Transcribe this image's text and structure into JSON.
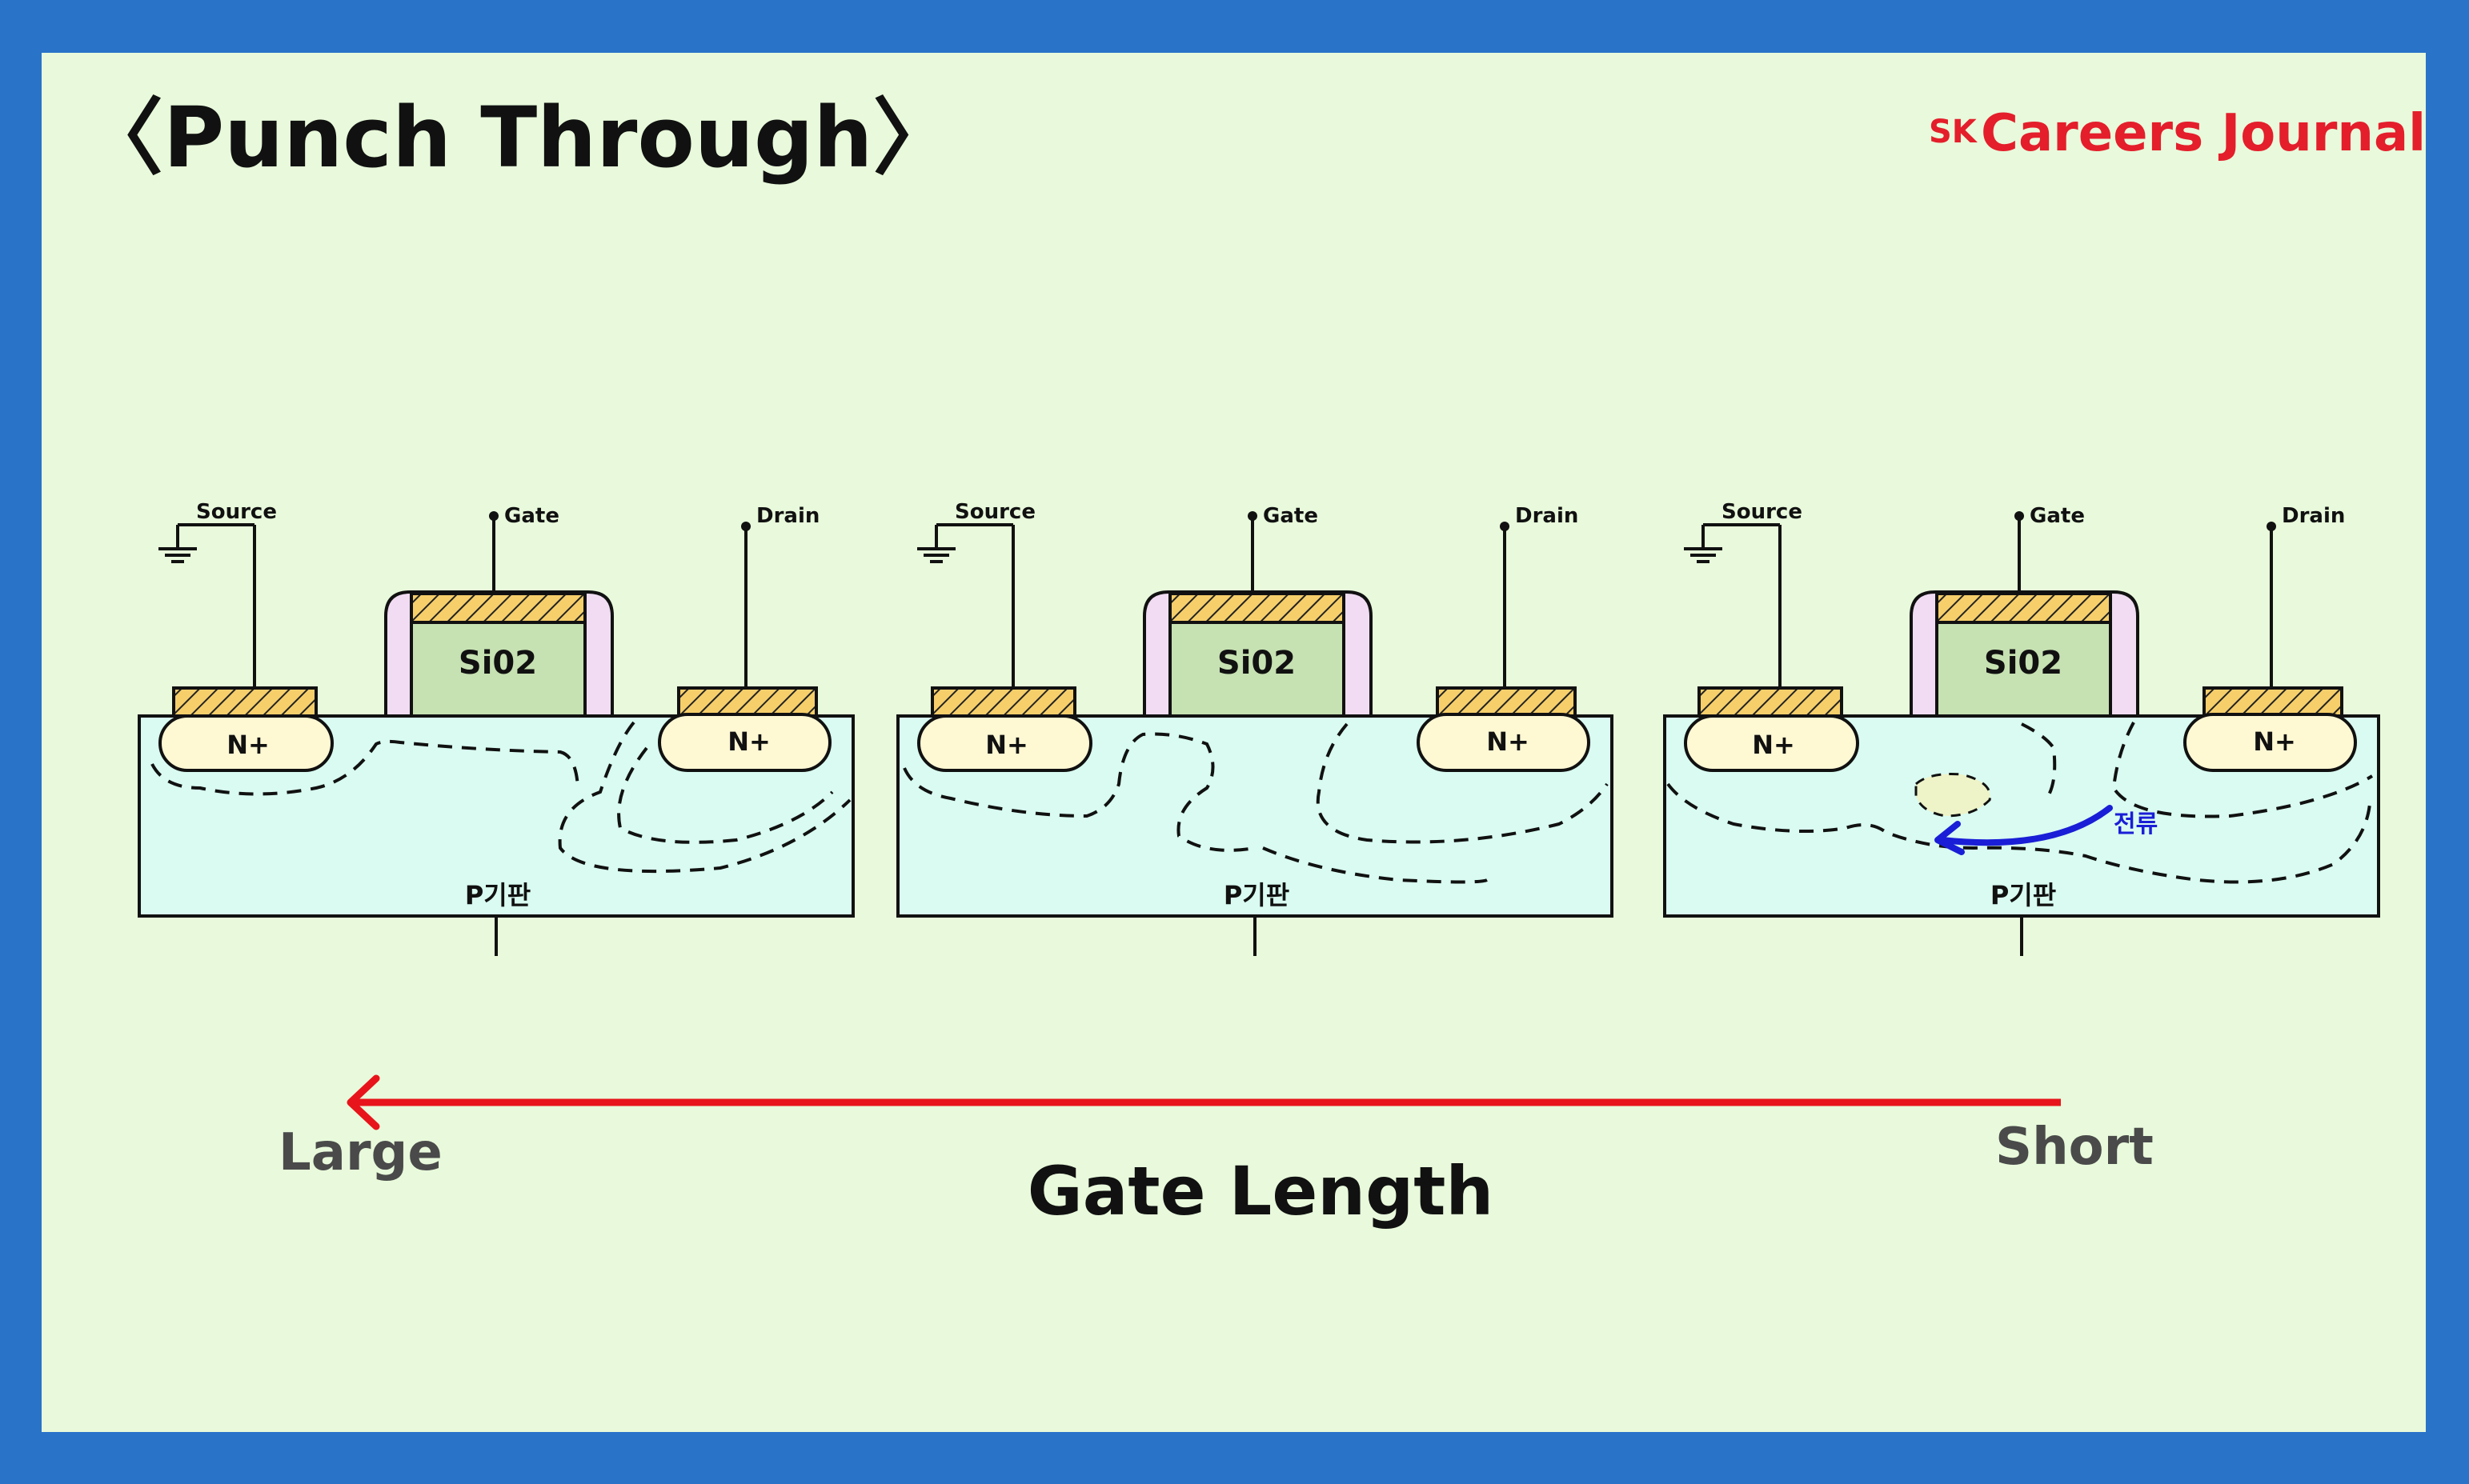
{
  "title": "〈Punch Through〉",
  "brand": {
    "prefix": "SK",
    "name": "Careers Journal",
    "color": "#e41e2b"
  },
  "devices": [
    {
      "source": "Source",
      "gate": "Gate",
      "drain": "Drain",
      "oxide": "Si02",
      "left_region": "N+",
      "right_region": "N+",
      "substrate": "P기판"
    },
    {
      "source": "Source",
      "gate": "Gate",
      "drain": "Drain",
      "oxide": "Si02",
      "left_region": "N+",
      "right_region": "N+",
      "substrate": "P기판"
    },
    {
      "source": "Source",
      "gate": "Gate",
      "drain": "Drain",
      "oxide": "Si02",
      "left_region": "N+",
      "right_region": "N+",
      "substrate": "P기판",
      "current": "전류"
    }
  ],
  "axis": {
    "left": "Large",
    "right": "Short",
    "label": "Gate Length"
  },
  "colors": {
    "frame": "#2973c9",
    "panel": "#e8fadb",
    "substrate": "#d9fbf1",
    "nplus": "#fef8d3",
    "contact": "#f6cf6b",
    "oxide": "#c6e1b2",
    "spacer": "#f1dcf3",
    "arrow": "#e8141b",
    "current_arrow": "#1a1ed6"
  }
}
